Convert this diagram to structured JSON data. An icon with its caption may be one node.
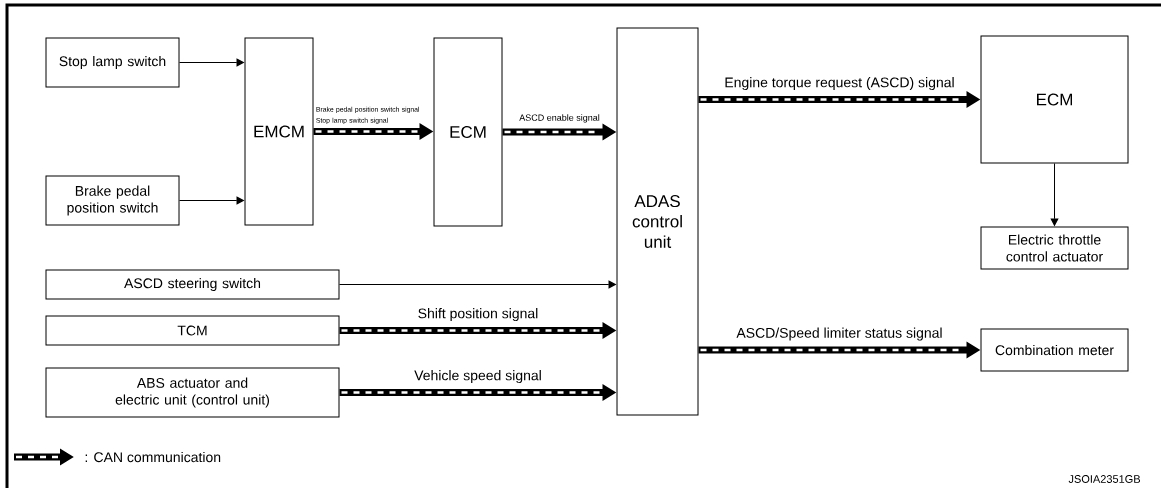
{
  "diagram": {
    "nodes": [
      {
        "text": [
          "Stop lamp switch"
        ]
      },
      {
        "text": [
          "Brake pedal position switch"
        ]
      },
      {
        "text": [
          "EMCM"
        ]
      },
      {
        "text": [
          "ECM"
        ]
      },
      {
        "text": [
          "ADAS control unit"
        ]
      },
      {
        "text": [
          "ECM"
        ]
      },
      {
        "text": [
          "Electric throttle control actuator"
        ]
      },
      {
        "text": [
          "ASCD steering switch"
        ]
      },
      {
        "text": [
          "TCM"
        ]
      },
      {
        "text": [
          "ABS actuator and electric unit (control unit)"
        ]
      },
      {
        "text": [
          "Combination meter"
        ]
      }
    ],
    "edges": [
      {
        "from": 0,
        "to": 2,
        "arrow": "to"
      },
      {
        "from": 1,
        "to": 2,
        "arrow": "to"
      },
      {
        "from": 2,
        "to": 3,
        "arrow": "to",
        "label": "Brake pedal position switch signal Stop lamp switch signal"
      },
      {
        "from": 3,
        "to": 4,
        "arrow": "to",
        "label": "ASCD enable signal"
      },
      {
        "from": 4,
        "to": 5,
        "arrow": "to",
        "label": "Engine torque request (ASCD) signal"
      },
      {
        "from": 5,
        "to": 6,
        "arrow": "to"
      },
      {
        "from": 7,
        "to": 4,
        "arrow": "to"
      },
      {
        "from": 8,
        "to": 4,
        "arrow": "to",
        "label": "Shift position signal"
      },
      {
        "from": 9,
        "to": 4,
        "arrow": "to",
        "label": "Vehicle speed signal"
      },
      {
        "from": 4,
        "to": 10,
        "arrow": "to",
        "label": "ASCD/Speed limiter status signal"
      }
    ],
    "labels": [
      "JSOIA2351GB"
    ],
    "legend": [
      {
        "text": ": CAN communication"
      }
    ]
  }
}
